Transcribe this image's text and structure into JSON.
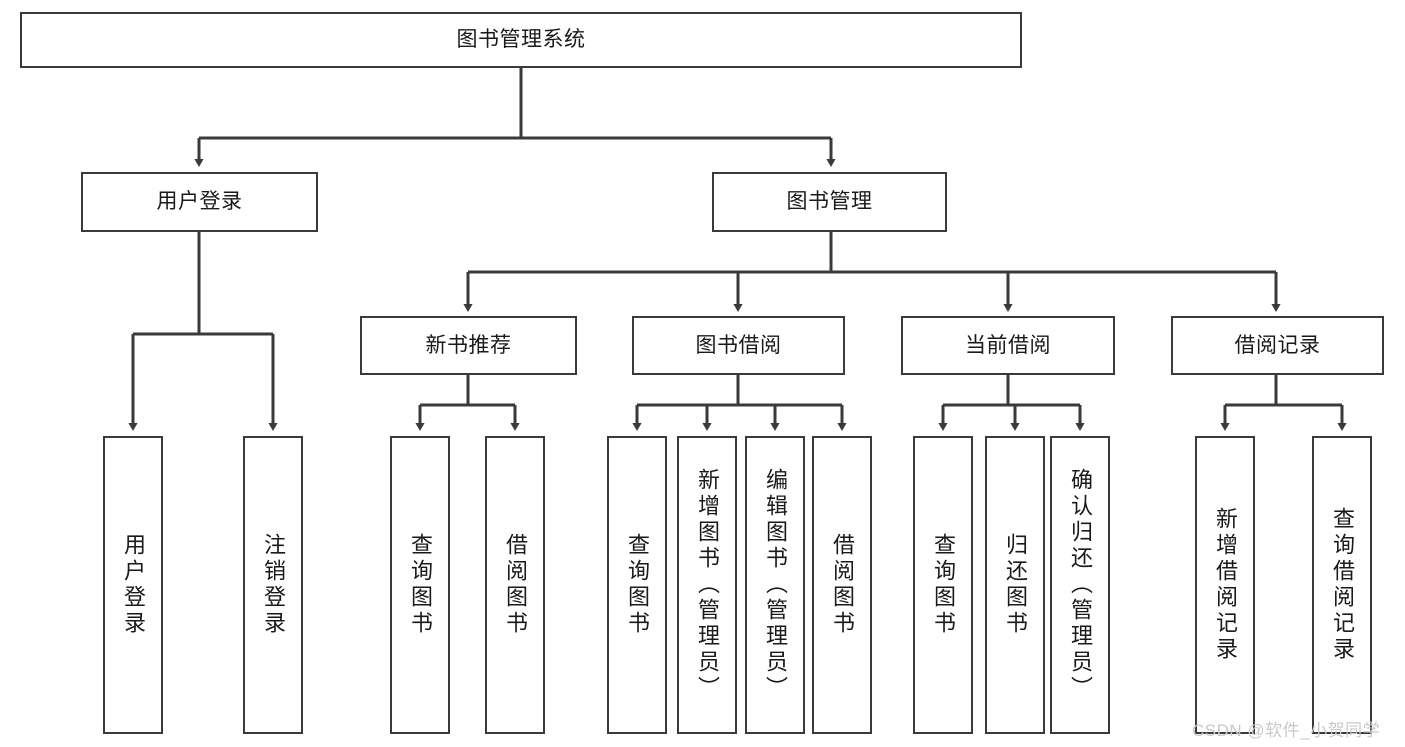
{
  "diagram": {
    "type": "hierarchy-tree",
    "title": "图书管理系统",
    "watermark": "CSDN @软件_小贺同学",
    "colors": {
      "box_border": "#3a3a3a",
      "box_fill": "#ffffff",
      "connector": "#3a3a3a",
      "text": "#1a1a1a",
      "watermark": "#c9c9c9"
    },
    "nodes": {
      "root": {
        "label": "图书管理系统",
        "level": 0
      },
      "l1": [
        {
          "id": "user_login",
          "label": "用户登录",
          "level": 1
        },
        {
          "id": "book_manage",
          "label": "图书管理",
          "level": 1
        }
      ],
      "l2": [
        {
          "id": "new_book_rec",
          "label": "新书推荐",
          "level": 2,
          "parent": "book_manage"
        },
        {
          "id": "book_borrow",
          "label": "图书借阅",
          "level": 2,
          "parent": "book_manage"
        },
        {
          "id": "current_borrow",
          "label": "当前借阅",
          "level": 2,
          "parent": "book_manage"
        },
        {
          "id": "borrow_record",
          "label": "借阅记录",
          "level": 2,
          "parent": "book_manage"
        }
      ],
      "leaves": [
        {
          "id": "leaf_user_login",
          "label": "用户登录",
          "parent": "user_login"
        },
        {
          "id": "leaf_user_logout",
          "label": "注销登录",
          "parent": "user_login"
        },
        {
          "id": "leaf_query_book_1",
          "label": "查询图书",
          "parent": "new_book_rec"
        },
        {
          "id": "leaf_borrow_book_1",
          "label": "借阅图书",
          "parent": "new_book_rec"
        },
        {
          "id": "leaf_query_book_2",
          "label": "查询图书",
          "parent": "book_borrow"
        },
        {
          "id": "leaf_add_book",
          "label": "新增图书（管理员）",
          "parent": "book_borrow"
        },
        {
          "id": "leaf_edit_book",
          "label": "编辑图书（管理员）",
          "parent": "book_borrow"
        },
        {
          "id": "leaf_borrow_book_2",
          "label": "借阅图书",
          "parent": "book_borrow"
        },
        {
          "id": "leaf_query_book_3",
          "label": "查询图书",
          "parent": "current_borrow"
        },
        {
          "id": "leaf_return_book",
          "label": "归还图书",
          "parent": "current_borrow"
        },
        {
          "id": "leaf_confirm_return",
          "label": "确认归还（管理员）",
          "parent": "current_borrow"
        },
        {
          "id": "leaf_add_record",
          "label": "新增借阅记录",
          "parent": "borrow_record"
        },
        {
          "id": "leaf_query_record",
          "label": "查询借阅记录",
          "parent": "borrow_record"
        }
      ]
    }
  }
}
